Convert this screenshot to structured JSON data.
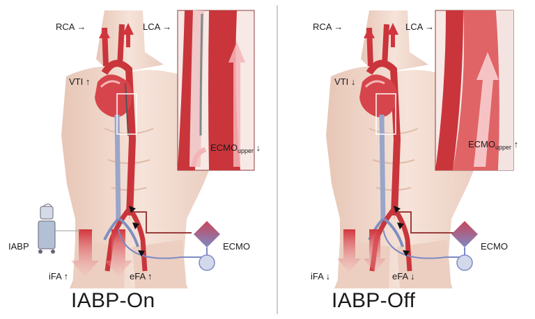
{
  "left_panel": {
    "title": "IABP-On",
    "labels": {
      "rca": "RCA →",
      "lca": "LCA →",
      "vti": "VTI ↑",
      "ecmo_upper_main": "ECMO",
      "ecmo_upper_sub": "upper",
      "ecmo_upper_arrow": " ↓",
      "iabp": "IABP",
      "ecmo": "ECMO",
      "ifa": "iFA ↑",
      "efa": "eFA ↑"
    }
  },
  "right_panel": {
    "title": "IABP-Off",
    "labels": {
      "rca": "RCA →",
      "lca": "LCA →",
      "vti": "VTI ↓",
      "ecmo_upper_main": "ECMO",
      "ecmo_upper_sub": "upper",
      "ecmo_upper_arrow": " ↑",
      "ecmo": "ECMO",
      "ifa": "iFA ↓",
      "efa": "eFA ↓"
    }
  },
  "colors": {
    "skin": "#f3ddd2",
    "skin_shadow": "#e6c3b3",
    "vessel_red": "#c9353b",
    "vessel_dark": "#8e1e24",
    "vessel_light": "#f3c2c4",
    "flow_pink": "#f6b8bb",
    "venous_blue": "#7d8fbf",
    "ecmo_diamond_top": "#c8475a",
    "ecmo_diamond_bottom": "#7d89c4",
    "divider": "#9a9a9a"
  }
}
